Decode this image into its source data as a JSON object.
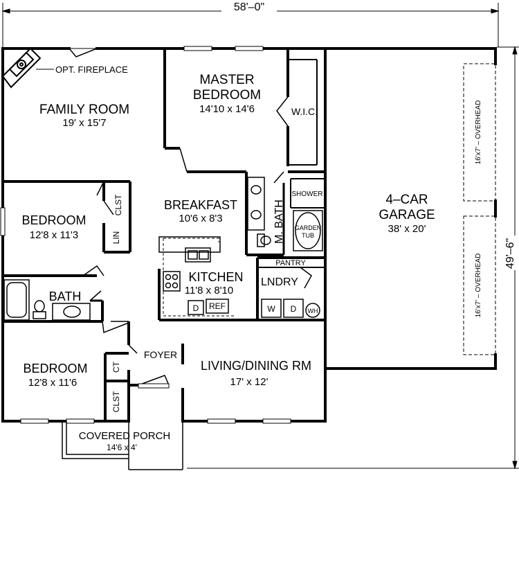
{
  "dimensions": {
    "overall_width": "58'–0\"",
    "overall_depth": "49'–6\""
  },
  "rooms": {
    "family_room": {
      "name": "FAMILY ROOM",
      "size": "19'  x  15'7"
    },
    "fireplace_note": "OPT. FIREPLACE",
    "master_bedroom": {
      "name_line1": "MASTER",
      "name_line2": "BEDROOM",
      "size": "14'10  x  14'6"
    },
    "wic": "W.I.C.",
    "bedroom1": {
      "name": "BEDROOM",
      "size": "12'8  x  11'3"
    },
    "breakfast": {
      "name": "BREAKFAST",
      "size": "10'6  x  8'3"
    },
    "m_bath": "M. BATH",
    "shower": "SHOWER",
    "garden_tub_line1": "GARDEN",
    "garden_tub_line2": "TUB",
    "garage": {
      "name_line1": "4–CAR",
      "name_line2": "GARAGE",
      "size": "38'  x  20'"
    },
    "overhead_door_1": "16'x7' – OVERHEAD",
    "overhead_door_2": "16'x7' – OVERHEAD",
    "clst_1": "CLST",
    "lin": "LIN",
    "bath": "BATH",
    "kitchen": {
      "name": "KITCHEN",
      "size": "11'8  x  8'10"
    },
    "d_dishwasher": "D",
    "ref": "REF",
    "pantry": "PANTRY",
    "laundry": "LNDRY",
    "washer": "W",
    "dryer": "D",
    "water_heater": "WH",
    "bedroom2": {
      "name": "BEDROOM",
      "size": "12'8  x  11'6"
    },
    "ct": "CT",
    "clst_2": "CLST",
    "foyer": "FOYER",
    "living_dining": {
      "name": "LIVING/DINING  RM",
      "size": "17'  x  12'"
    },
    "covered_porch": {
      "name": "COVERED  PORCH",
      "size": "14'6  x  4'"
    }
  }
}
